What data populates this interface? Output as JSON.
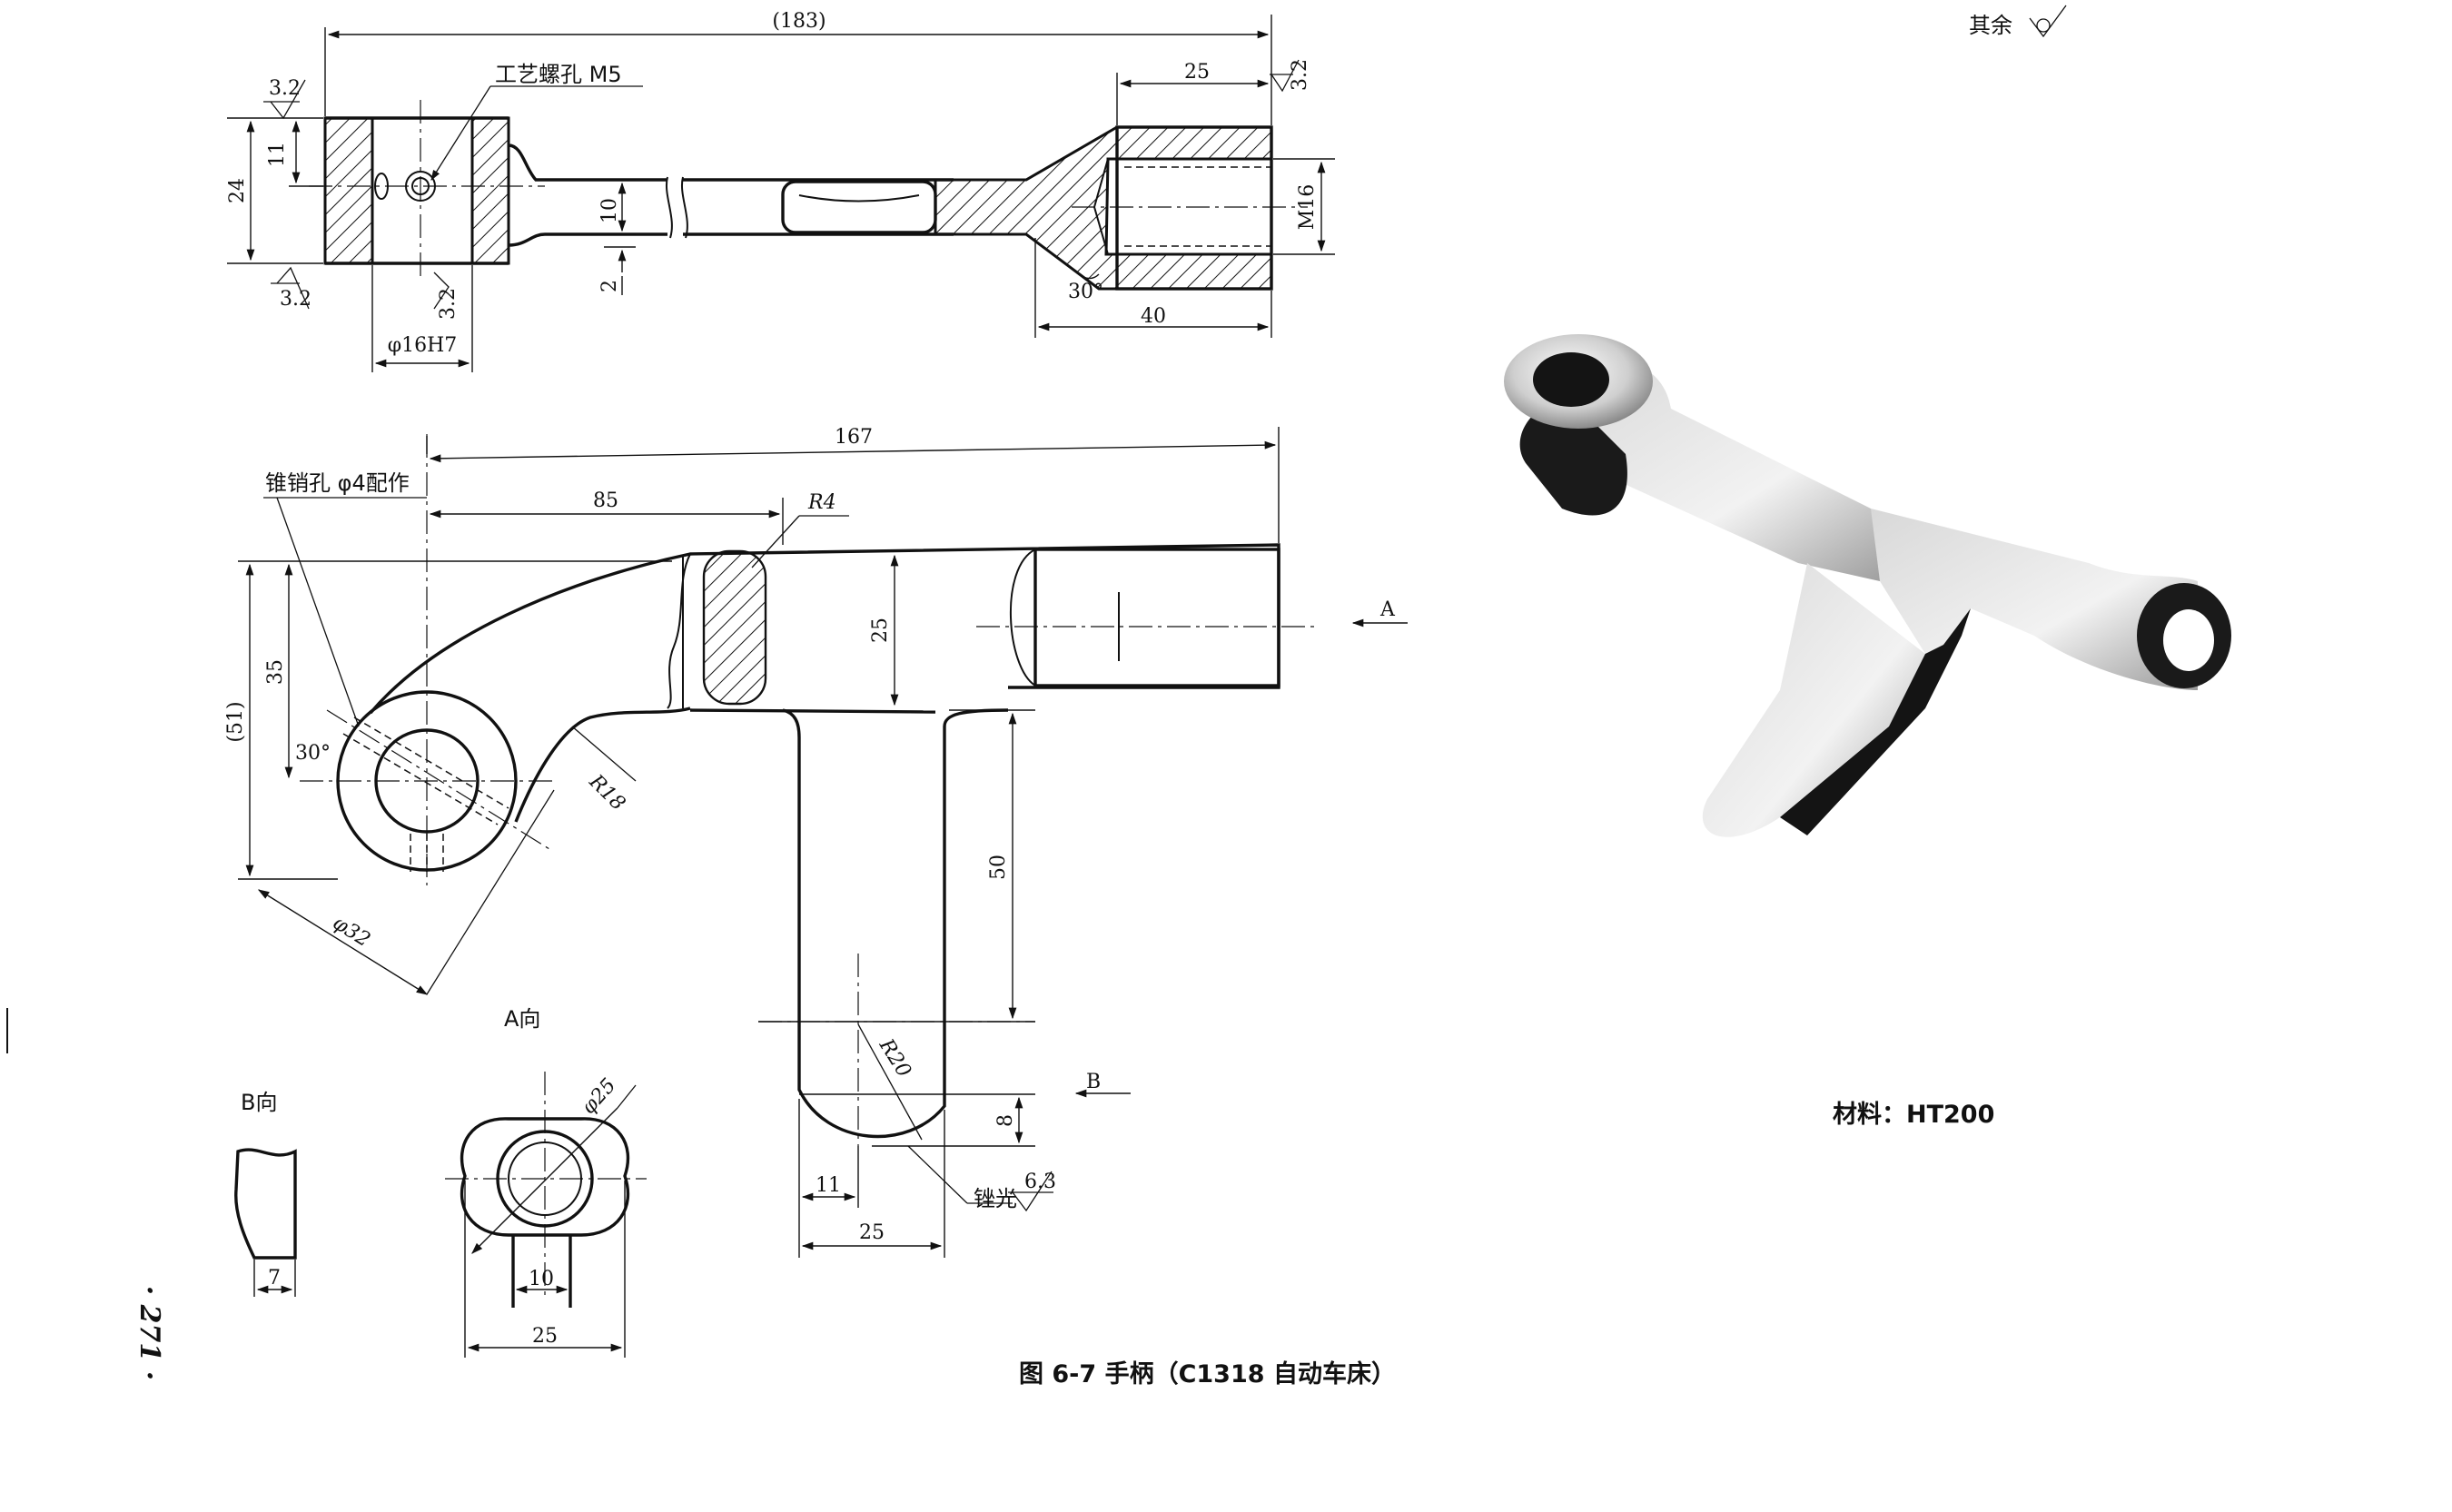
{
  "top_view": {
    "overall_length": "(183)",
    "process_hole": "工艺螺孔 M5",
    "length_25": "25",
    "rough_tl": "3.2",
    "rough_tr": "3.2",
    "height_24": "24",
    "dim_11": "11",
    "dim_10": "10",
    "dim_2": "2",
    "thread": "M16",
    "rough_bl": "3.2",
    "rough_bm": "3.2",
    "bore": "φ16H7",
    "angle_30": "30°",
    "length_40": "40"
  },
  "front_view": {
    "length_167": "167",
    "pin_hole": "锥销孔 φ4配作",
    "length_85": "85",
    "radius_r4": "R4",
    "height_51": "(51)",
    "height_35": "35",
    "height_25": "25",
    "angle_30": "30°",
    "radius_r18": "R18",
    "dia_32": "φ32",
    "length_50": "50",
    "radius_r20": "R20",
    "dim_8": "8",
    "dim_11": "11",
    "dim_25": "25",
    "file_finish": "锉光",
    "file_rough": "6.3",
    "view_a_marker": "A",
    "view_b_marker": "B"
  },
  "view_a": {
    "title": "A向",
    "dia_25": "φ25",
    "width_10": "10",
    "width_25": "25"
  },
  "view_b": {
    "title": "B向",
    "width_7": "7"
  },
  "material": "材料：HT200",
  "other_surfaces": "其余",
  "caption": "图 6-7    手柄（C1318 自动车床）",
  "page_number": "· 271 ·"
}
